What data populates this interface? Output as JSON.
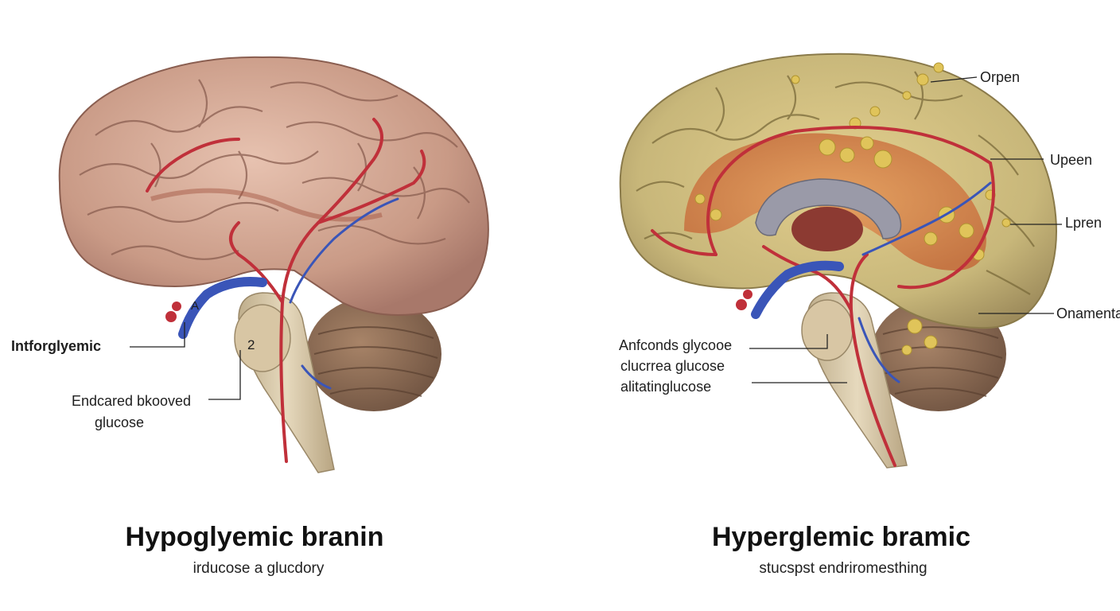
{
  "left_panel": {
    "title": "Hypoglyemic branin",
    "subtitle": "irducose a gluc​dory",
    "labels": {
      "side": "Intforglyemic",
      "marker_a": "A",
      "marker_2": "2",
      "lower_line1": "Endcared bkooved",
      "lower_line2": "glucose"
    }
  },
  "right_panel": {
    "title": "Hyperglemic bramic",
    "subtitle": "stucspst  endriromesthing",
    "labels": {
      "top": "Orpen",
      "upper": "Upeen",
      "middle": "Lpren",
      "lower": "Onamenta",
      "left_line1": "Anfconds glycooe",
      "left_line2": "clucrrea glucose",
      "left_line3": "alitatinglucose"
    }
  },
  "colors": {
    "brain_tissue": "#c99a86",
    "tissue_yellow": "#c8b77a",
    "artery": "#c0303a",
    "vein": "#3a55b8",
    "cerebellum": "#8a6a52",
    "brainstem": "#d9c9a8"
  }
}
